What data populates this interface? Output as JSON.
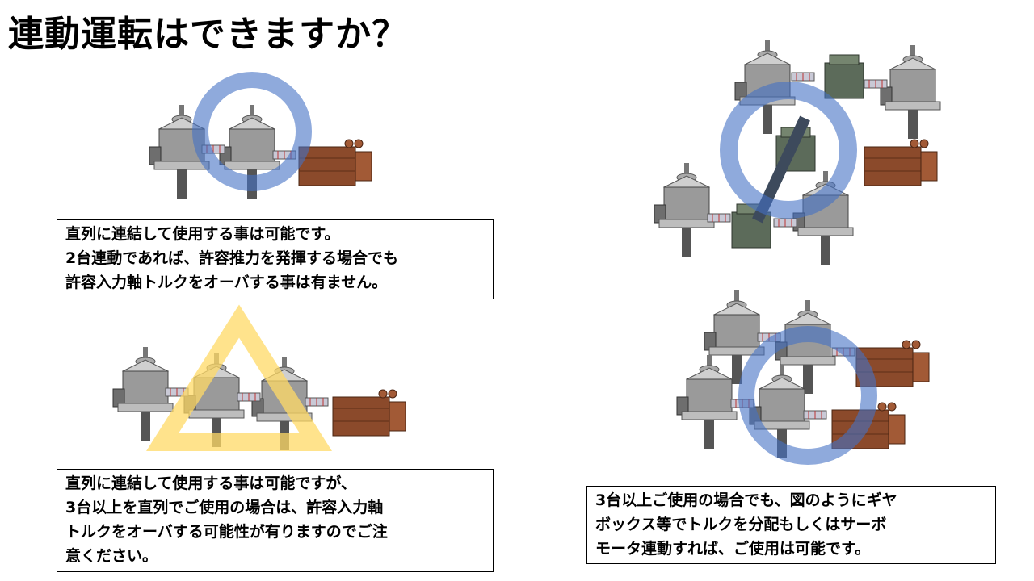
{
  "title": "連動運転はできますか？",
  "box1": {
    "lines": [
      "直列に連結して使用する事は可能です。",
      "2台連動であれば、許容推力を発揮する場合でも",
      "許容入力軸トルクをオーバする事は有ません。"
    ]
  },
  "box2": {
    "lines": [
      "直列に連結して使用する事は可能ですが、",
      "3台以上を直列でご使用の場合は、許容入力軸",
      "トルクをオーバする可能性が有りますのでご注",
      "意ください。"
    ]
  },
  "box3": {
    "lines": [
      "3台以上ご使用の場合でも、図のようにギヤ",
      "ボックス等でトルクを分配もしくはサーボ",
      "モータ連動すれば、ご使用は可能です。"
    ]
  },
  "colors": {
    "ring": "#4472c4",
    "triangle": "#ffd966",
    "motor": "#8b4a2b",
    "jack": "#8c8c8c",
    "gearbox": "#5c6b5a"
  }
}
